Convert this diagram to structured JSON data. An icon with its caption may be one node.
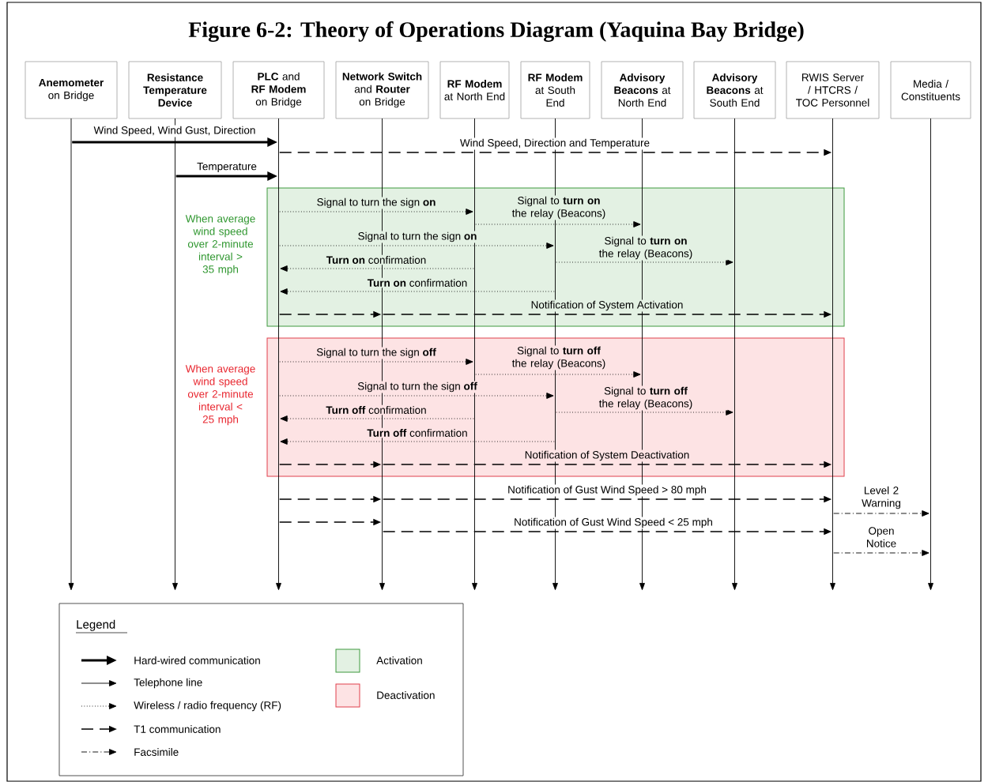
{
  "diagram": {
    "title": "Figure 6-2: Theory of Operations Diagram (Yaquina Bay Bridge)",
    "nodes": [
      {
        "text": [
          "**Anemometer** on Bridge"
        ]
      },
      {
        "text": [
          "Resistance Temperature Device"
        ]
      },
      {
        "text": [
          "**PLC** and **RF Modem** on Bridge"
        ]
      },
      {
        "text": [
          "**Network Switch** and **Router** on Bridge"
        ]
      },
      {
        "text": [
          "**RF Modem** at North End"
        ]
      },
      {
        "text": [
          "**RF Modem** at South End"
        ]
      },
      {
        "text": [
          "**Advisory Beacons** at North End"
        ]
      },
      {
        "text": [
          "**Advisory Beacons** at South End"
        ]
      },
      {
        "text": [
          "RWIS Server / HTCRS / TOC Personnel"
        ]
      },
      {
        "text": [
          "Media / Constituents"
        ]
      },
      {
        "text": [],
        "shape": "bar"
      },
      {
        "text": [],
        "shape": "bar"
      },
      {
        "text": [],
        "shape": "bar"
      },
      {
        "text": [],
        "shape": "bar"
      },
      {
        "text": [],
        "shape": "bar"
      },
      {
        "text": [],
        "shape": "bar"
      },
      {
        "text": [],
        "shape": "bar"
      },
      {
        "text": [],
        "shape": "bar"
      },
      {
        "text": [],
        "shape": "bar"
      },
      {
        "text": [],
        "shape": "bar"
      }
    ],
    "edges": [
      {
        "from": 10,
        "to": 12,
        "arrow": "to",
        "style": "thick",
        "label": "Wind Speed, Wind Gust, Direction"
      },
      {
        "from": 12,
        "to": 18,
        "arrow": "to",
        "style": "dashed",
        "label": "Wind Speed, Direction and Temperature"
      },
      {
        "from": 11,
        "to": 12,
        "arrow": "to",
        "style": "thick",
        "label": "Temperature"
      },
      {
        "from": 12,
        "to": 14,
        "arrow": "to",
        "style": "dashed",
        "label": "Signal to turn the sign **on**"
      },
      {
        "from": 14,
        "to": 16,
        "arrow": "to",
        "style": "dashed",
        "label": "Signal to **turn on** the relay (Beacons)"
      },
      {
        "from": 12,
        "to": 15,
        "arrow": "to",
        "style": "dashed",
        "label": "Signal to turn the sign **on**"
      },
      {
        "from": 15,
        "to": 17,
        "arrow": "to",
        "style": "dashed",
        "label": "Signal to **turn on** the relay (Beacons)"
      },
      {
        "from": 14,
        "to": 12,
        "arrow": "to",
        "style": "dashed",
        "label": "**Turn on** confirmation"
      },
      {
        "from": 15,
        "to": 12,
        "arrow": "to",
        "style": "dashed",
        "label": "**Turn on** confirmation"
      },
      {
        "from": 12,
        "to": 13,
        "arrow": "to",
        "style": "dashed"
      },
      {
        "from": 13,
        "to": 18,
        "arrow": "to",
        "style": "dashed",
        "label": "Notification of System Activation"
      },
      {
        "from": 12,
        "to": 14,
        "arrow": "to",
        "style": "dashed",
        "label": "Signal to turn the sign **off**"
      },
      {
        "from": 14,
        "to": 16,
        "arrow": "to",
        "style": "dashed",
        "label": "Signal to **turn off** the relay (Beacons)"
      },
      {
        "from": 12,
        "to": 15,
        "arrow": "to",
        "style": "dashed",
        "label": "Signal to turn the sign **off**"
      },
      {
        "from": 15,
        "to": 17,
        "arrow": "to",
        "style": "dashed",
        "label": "Signal to **turn off** the relay (Beacons)"
      },
      {
        "from": 14,
        "to": 12,
        "arrow": "to",
        "style": "dashed",
        "label": "**Turn off** confirmation"
      },
      {
        "from": 15,
        "to": 12,
        "arrow": "to",
        "style": "dashed",
        "label": "**Turn off** confirmation"
      },
      {
        "from": 12,
        "to": 13,
        "arrow": "to",
        "style": "dashed"
      },
      {
        "from": 13,
        "to": 18,
        "arrow": "to",
        "style": "dashed",
        "label": "Notification of System Deactivation"
      },
      {
        "from": 12,
        "to": 13,
        "arrow": "to",
        "style": "dashed"
      },
      {
        "from": 13,
        "to": 18,
        "arrow": "to",
        "style": "dashed",
        "label": "Notification of Gust Wind Speed > 80 mph"
      },
      {
        "from": 18,
        "to": 19,
        "arrow": "to",
        "style": "dashed",
        "label": "Level 2 Warning"
      },
      {
        "from": 12,
        "to": 13,
        "arrow": "to",
        "style": "dashed"
      },
      {
        "from": 13,
        "to": 18,
        "arrow": "to",
        "style": "dashed",
        "label": "Notification of Gust Wind Speed < 25 mph"
      },
      {
        "from": 18,
        "to": 19,
        "arrow": "to",
        "style": "dashed",
        "label": "Open Notice"
      }
    ],
    "labels": [
      "When average wind speed over 2-minute interval > 35 mph",
      "When average wind speed over 2-minute interval < 25 mph",
      "Legend"
    ],
    "legend": [
      {
        "text": "Hard-wired communication"
      },
      {
        "text": "Telephone line"
      },
      {
        "text": "Wireless / radio frequency (RF)"
      },
      {
        "text": "T1 communication"
      },
      {
        "text": "Facsimile"
      },
      {
        "text": "Activation",
        "color": "#e3f1e3"
      },
      {
        "text": "Deactivation",
        "color": "#fde3e4"
      }
    ]
  }
}
